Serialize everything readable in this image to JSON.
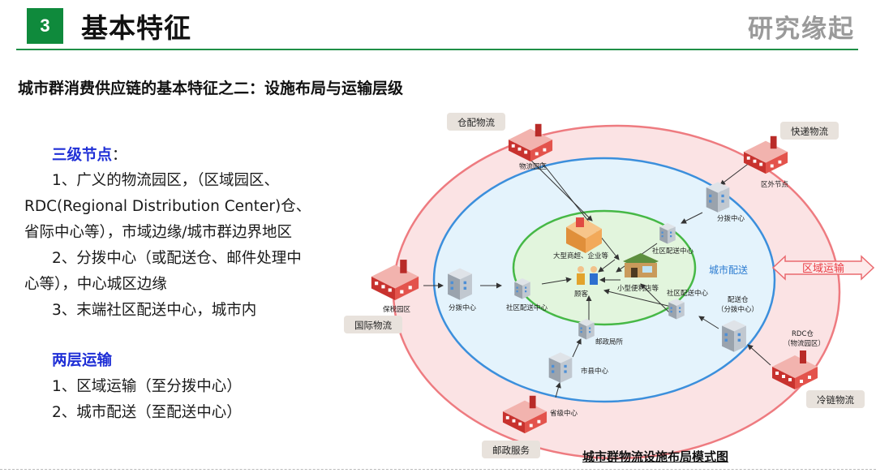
{
  "header": {
    "section_number": "3",
    "title": "基本特征",
    "brand": "研究缘起"
  },
  "subtitle": "城市群消费供应链的基本特征之二：设施布局与运输层级",
  "left_text": {
    "heading1": "三级节点",
    "colon": "：",
    "lines1": [
      "1、广义的物流园区，（区域园区、",
      "RDC(Regional Distribution Center)仓、",
      "省际中心等），市域边缘/城市群边界地区",
      "2、分拨中心（或配送仓、邮件处理中",
      "心等），中心城区边缘",
      "3、末端社区配送中心，城市内"
    ],
    "heading2": "两层运输",
    "lines2": [
      "1、区域运输（至分拨中心）",
      "2、城市配送（至配送中心）"
    ]
  },
  "diagram": {
    "category_tags": [
      "仓配物流",
      "快递物流",
      "国际物流",
      "冷链物流",
      "邮政服务"
    ],
    "zone_labels": {
      "city_delivery": "城市配送",
      "regional_transport": "区域运输"
    },
    "node_labels": {
      "logistics_park": "物流园区",
      "outer_node": "区外节点",
      "dist_center_ne": "分拨中心",
      "community_center_ne": "社区配送中心",
      "mall": "大型商超、企业等",
      "convenience": "小型便利店等",
      "customer": "顾客",
      "community_center_e": "社区配送中心",
      "bonded_park": "保税园区",
      "dist_center_w": "分拨中心",
      "community_center_w": "社区配送中心",
      "warehouse_line1": "配送仓",
      "warehouse_line2": "（分拨中心）",
      "rdc_line1": "RDC仓",
      "rdc_line2": "（物流园区）",
      "post_office": "邮政局所",
      "county_center": "市县中心",
      "provincial_center": "省级中心"
    }
  },
  "caption": "城市群物流设施布局模式图",
  "colors": {
    "accent_green": "#0f8a3c",
    "heading_blue": "#1f2fd6",
    "outer_ring": "#f1a3a6",
    "middle_ring": "#d9edf9",
    "inner_ring": "#d9f2d3"
  }
}
